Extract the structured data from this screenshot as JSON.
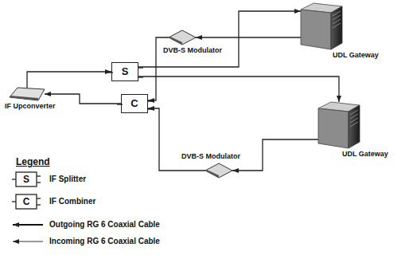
{
  "diagram": {
    "nodes": [
      {
        "text": [
          "DVB-S Modulator"
        ]
      },
      {
        "text": [
          "UDL Gateway"
        ]
      },
      {
        "text": [
          "S"
        ]
      },
      {
        "text": [
          "IF Upconverter"
        ]
      },
      {
        "text": [
          "C"
        ]
      },
      {
        "text": [
          "DVB-S Modulator"
        ]
      },
      {
        "text": [
          "UDL Gateway"
        ]
      }
    ],
    "edges": [
      {
        "from": 1,
        "to": 0,
        "arrow": "to"
      },
      {
        "from": 0,
        "to": 4,
        "arrow": "to"
      },
      {
        "from": 2,
        "to": 1,
        "arrow": "to"
      },
      {
        "from": 2,
        "to": 6,
        "arrow": "to"
      },
      {
        "from": 3,
        "to": 2,
        "arrow": "to"
      },
      {
        "from": 4,
        "to": 3,
        "arrow": "to"
      },
      {
        "from": 6,
        "to": 5,
        "arrow": "to"
      },
      {
        "from": 5,
        "to": 4,
        "arrow": "to"
      }
    ],
    "labels": [
      "Legend",
      "S",
      "C"
    ],
    "legend": [
      {
        "text": "IF Splitter"
      },
      {
        "text": "IF Combiner"
      },
      {
        "text": "Outgoing RG 6 Coaxial Cable"
      },
      {
        "text": "Incoming RG 6 Coaxial Cable"
      }
    ]
  }
}
